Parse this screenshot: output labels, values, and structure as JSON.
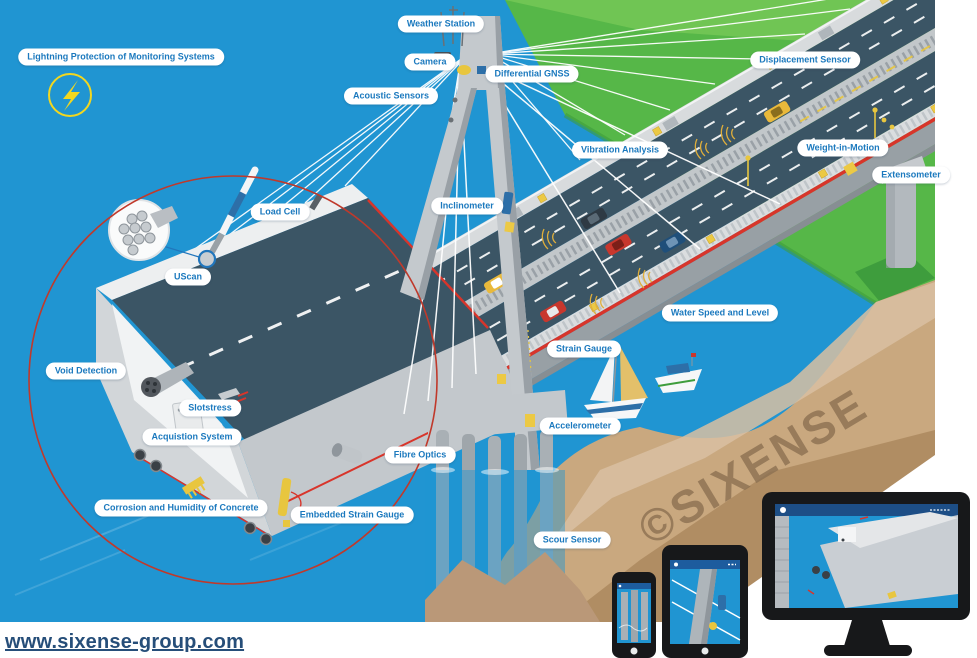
{
  "labels": {
    "lightning_protection": "Lightning Protection of Monitoring Systems",
    "weather_station": "Weather Station",
    "camera": "Camera",
    "differential_gnss": "Differential GNSS",
    "acoustic_sensors": "Acoustic Sensors",
    "displacement_sensor": "Displacement Sensor",
    "vibration_analysis": "Vibration Analysis",
    "weight_in_motion": "Weight-in-Motion",
    "extensometer": "Extensometer",
    "inclinometer": "Inclinometer",
    "load_cell": "Load Cell",
    "uscan": "UScan",
    "void_detection": "Void Detection",
    "slotstress": "Slotstress",
    "acquistion_system": "Acquistion System",
    "corrosion_humidity": "Corrosion and Humidity of Concrete",
    "embedded_strain_gauge": "Embedded Strain Gauge",
    "fibre_optics": "Fibre Optics",
    "strain_gauge": "Strain Gauge",
    "accelerometer": "Accelerometer",
    "water_speed_level": "Water Speed and Level",
    "scour_sensor": "Scour Sensor"
  },
  "watermark": "©SIXENSE",
  "footer": {
    "website_url": "www.sixense-group.com"
  },
  "icons": {
    "lightning_bolt": "lightning-bolt-in-circle"
  },
  "colors": {
    "sky_water": "#2095D2",
    "grass": "#56B748",
    "sand": "#C9A87F",
    "road": "#3B5565",
    "label_text": "#1B79BE",
    "alert_red": "#D9372C",
    "sensor_yellow": "#ECC944",
    "magnifier_ring_red": "#C0392B",
    "url_text": "#264E79"
  }
}
